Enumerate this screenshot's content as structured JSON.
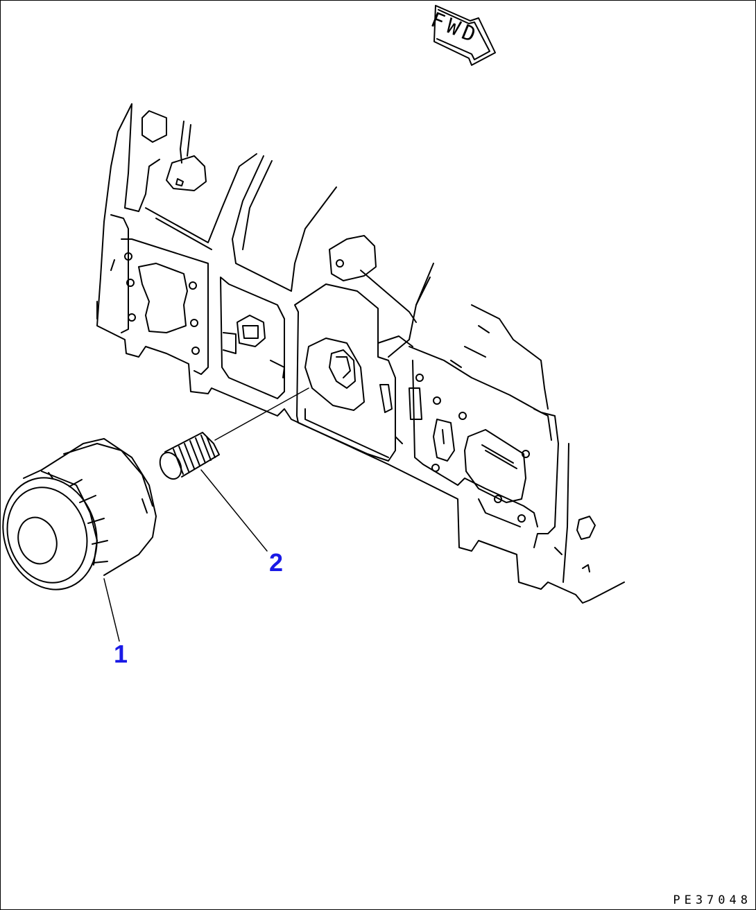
{
  "fwd_label": "FWD",
  "callouts": {
    "part_1": "1",
    "part_2": "2"
  },
  "drawing_id": "PE37048",
  "colors": {
    "line": "#000000",
    "callout": "#1a1ae6",
    "background": "#ffffff"
  }
}
